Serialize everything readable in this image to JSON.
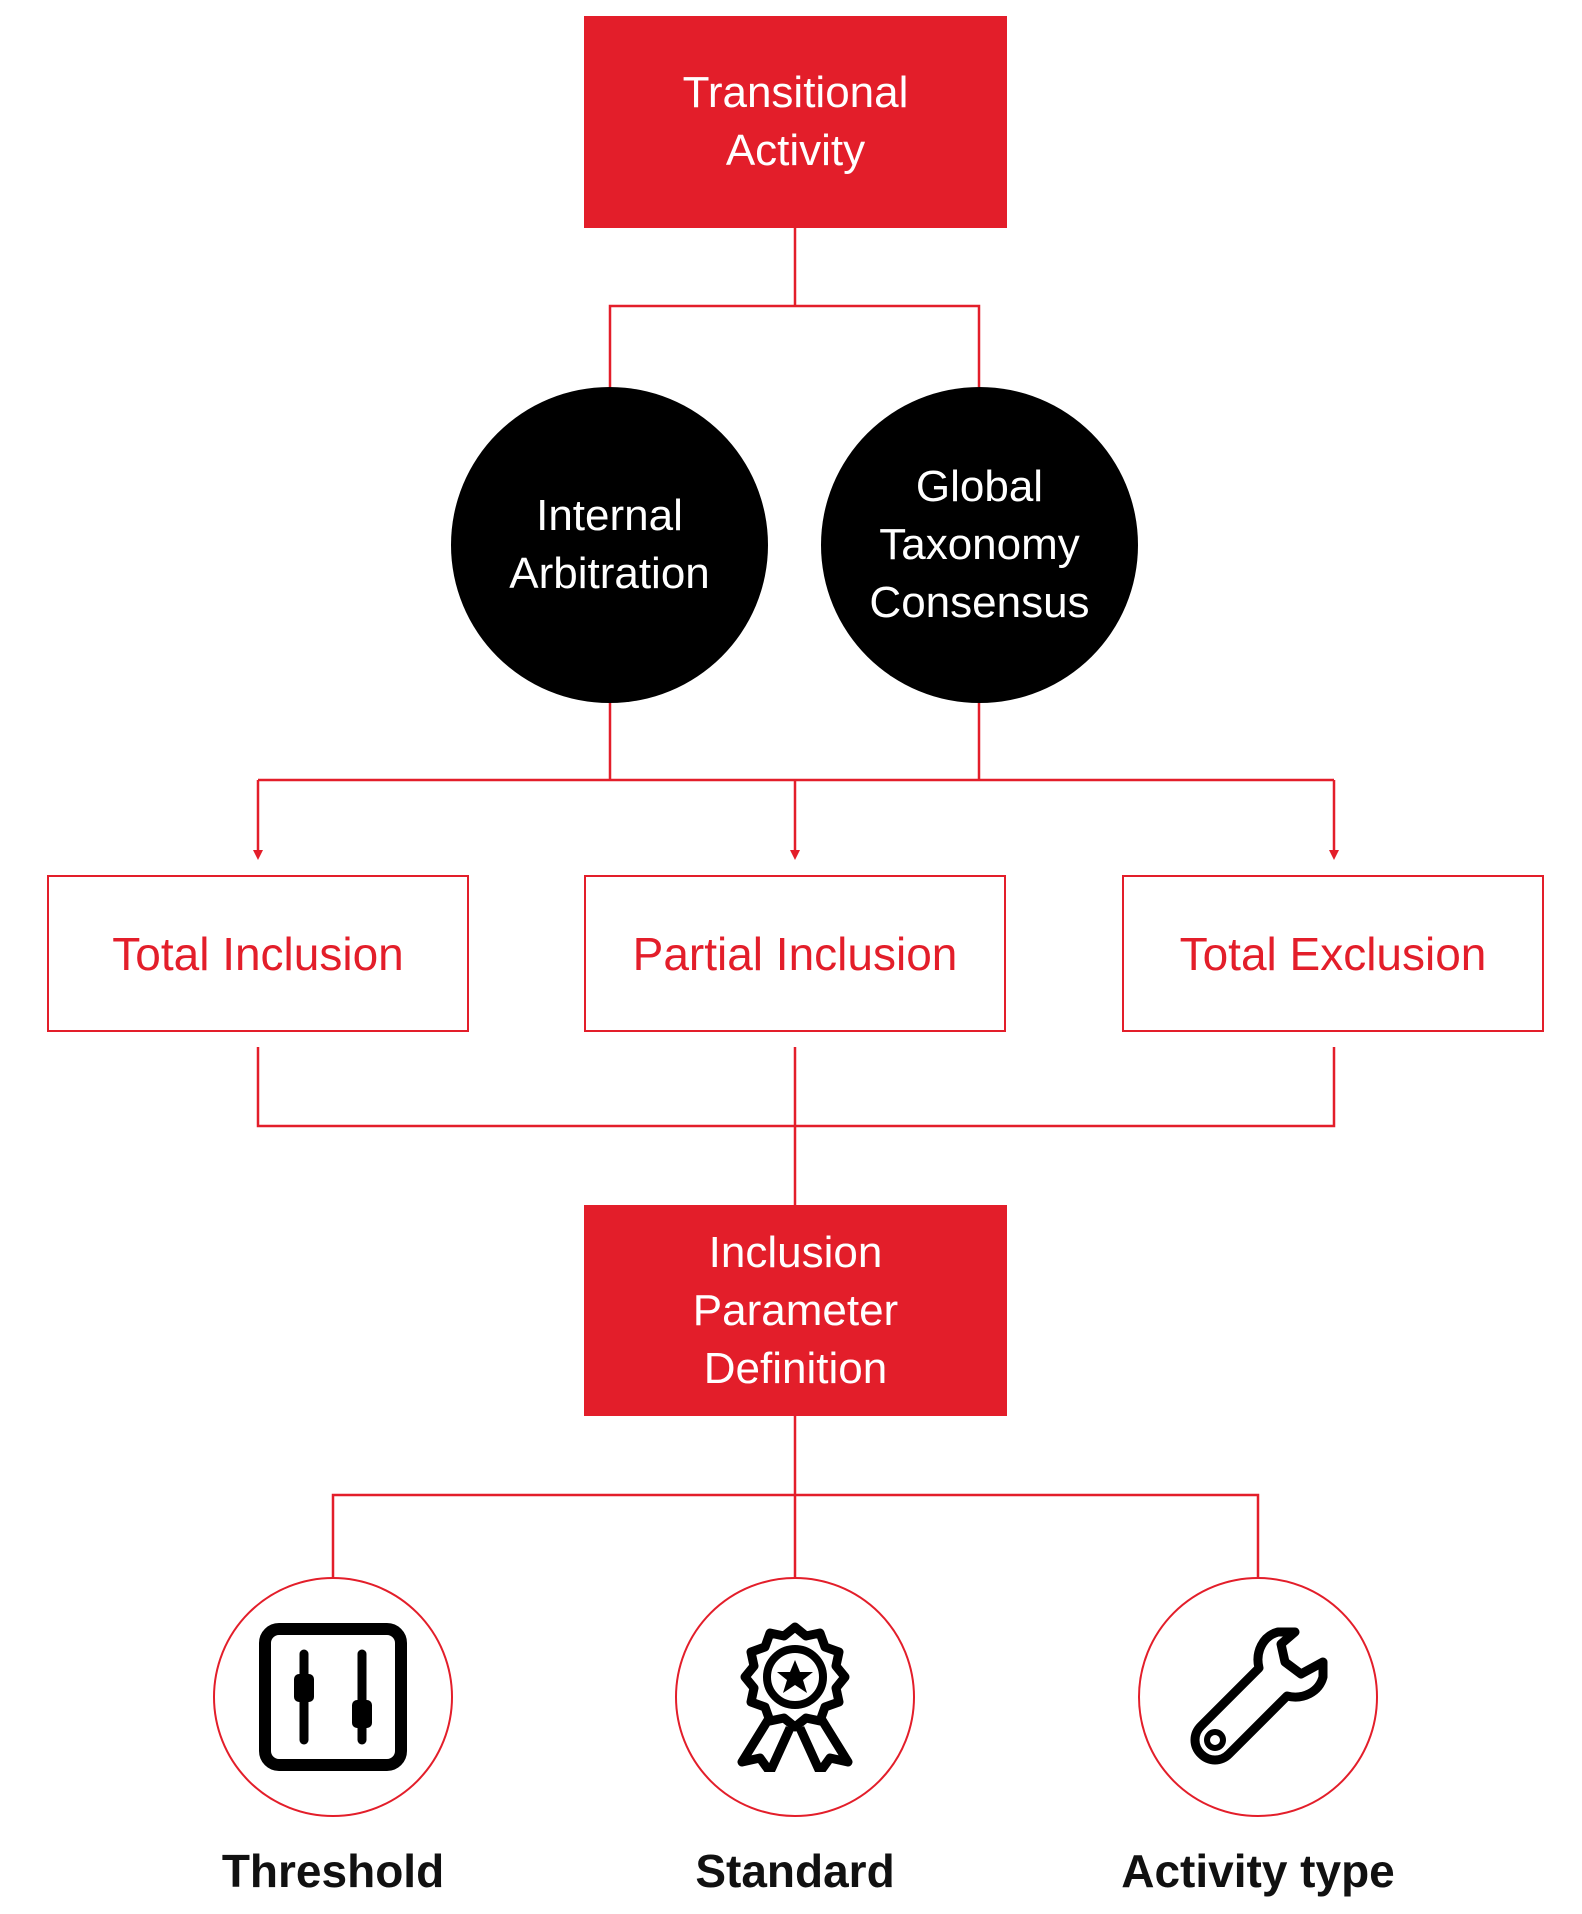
{
  "top_node": {
    "line1": "Transitional",
    "line2": "Activity"
  },
  "circles": {
    "internal": {
      "line1": "Internal",
      "line2": "Arbitration"
    },
    "global": {
      "line1": "Global",
      "line2": "Taxonomy",
      "line3": "Consensus"
    }
  },
  "outcomes": {
    "total_inclusion": "Total Inclusion",
    "partial_inclusion": "Partial Inclusion",
    "total_exclusion": "Total Exclusion"
  },
  "parameter_node": {
    "line1": "Inclusion",
    "line2": "Parameter",
    "line3": "Definition"
  },
  "parameters": [
    {
      "label": "Threshold",
      "icon": "sliders-icon"
    },
    {
      "label": "Standard",
      "icon": "award-ribbon-icon"
    },
    {
      "label": "Activity type",
      "icon": "wrench-icon"
    }
  ],
  "colors": {
    "accent": "#e31e2a",
    "dark": "#000000",
    "text_on_dark": "#ffffff"
  }
}
